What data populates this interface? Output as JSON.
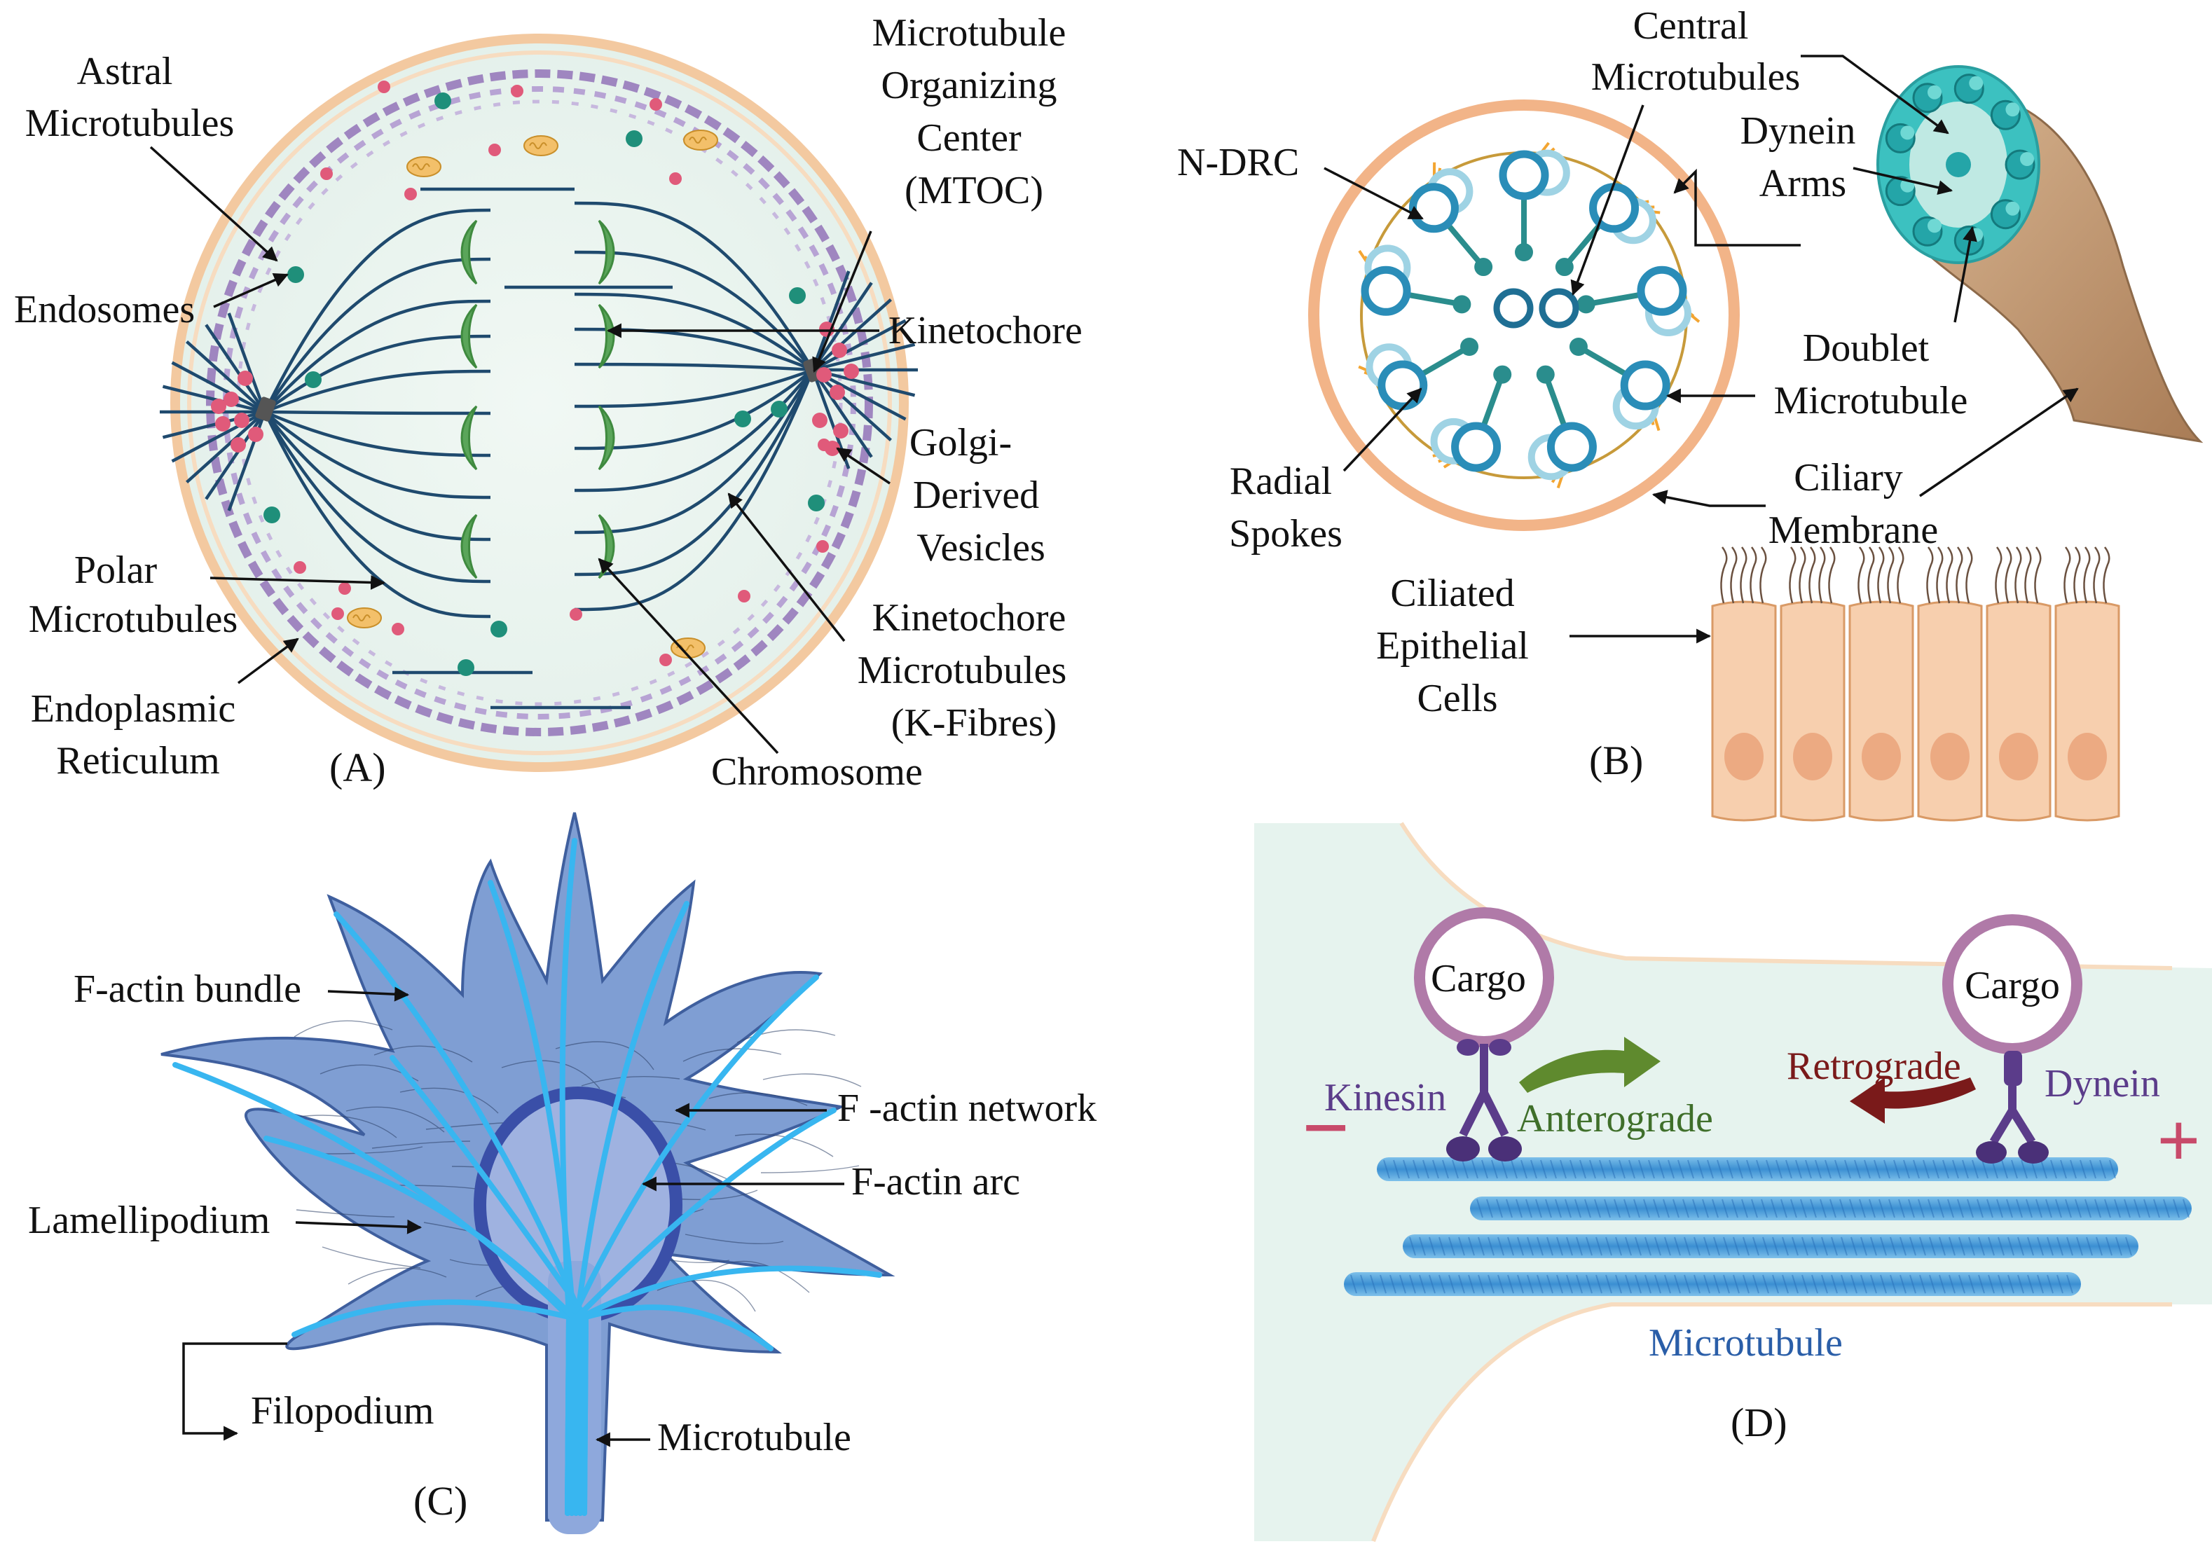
{
  "panels": {
    "a": {
      "tag": "(A)",
      "labels": {
        "astral": [
          "Astral",
          "Microtubules"
        ],
        "endosomes": "Endosomes",
        "polar": [
          "Polar",
          "Microtubules"
        ],
        "er": [
          "Endoplasmic",
          "Reticulum"
        ],
        "mtoc": [
          "Microtubule",
          "Organizing",
          "Center",
          "(MTOC)"
        ],
        "kinetochore": "Kinetochore",
        "golgi": [
          "Golgi-",
          "Derived",
          "Vesicles"
        ],
        "kfibres": [
          "Kinetochore",
          "Microtubules",
          "(K-Fibres)"
        ],
        "chromosome": "Chromosome"
      }
    },
    "b": {
      "tag": "(B)",
      "labels": {
        "ndrc": "N-DRC",
        "central": [
          "Central",
          "Microtubules"
        ],
        "dynein_arms": [
          "Dynein",
          "Arms"
        ],
        "doublet": [
          "Doublet",
          "Microtubule"
        ],
        "radial": [
          "Radial",
          "Spokes"
        ],
        "ciliary": [
          "Ciliary",
          "Membrane"
        ],
        "ciliated": [
          "Ciliated",
          "Epithelial",
          "Cells"
        ]
      }
    },
    "c": {
      "tag": "(C)",
      "labels": {
        "bundle": "F-actin bundle",
        "network": "F -actin network",
        "arc": "F-actin arc",
        "lamellipodium": "Lamellipodium",
        "filopodium": "Filopodium",
        "microtubule": "Microtubule"
      }
    },
    "d": {
      "tag": "(D)",
      "labels": {
        "cargo_left": "Cargo",
        "cargo_right": "Cargo",
        "kinesin": "Kinesin",
        "anterograde": "Anterograde",
        "retrograde": "Retrograde",
        "dynein": "Dynein",
        "microtubule": "Microtubule",
        "minus": "−",
        "plus": "+"
      }
    }
  },
  "colors": {
    "cell_fill": "#eaf4ef",
    "cell_border": "#f3c9a0",
    "er": "#9f86c0",
    "spindle": "#1f4a6e",
    "chromosome": "#5aa55a",
    "vesicle_red": "#e05a7a",
    "endosome_teal": "#1f8f7a",
    "cilia_ring": "#f2b488",
    "doublet": "#2a8db8",
    "dynein_arm": "#f3a531",
    "cilium_body": "#c99e78",
    "epithelial": "#f7cfae",
    "lamellipodium": "#6e8fc8",
    "actin": "#38b6f0",
    "axon_bg": "#e6f3ee",
    "kinesin_text": "#5b3c8a",
    "anterograde": "#3f6f2a",
    "retrograde": "#7a1a1a",
    "dynein_text": "#5b3c8a",
    "microtubule_text": "#2a5ea8",
    "minus_sign": "#c84a6a",
    "plus_sign": "#c84a6a"
  }
}
